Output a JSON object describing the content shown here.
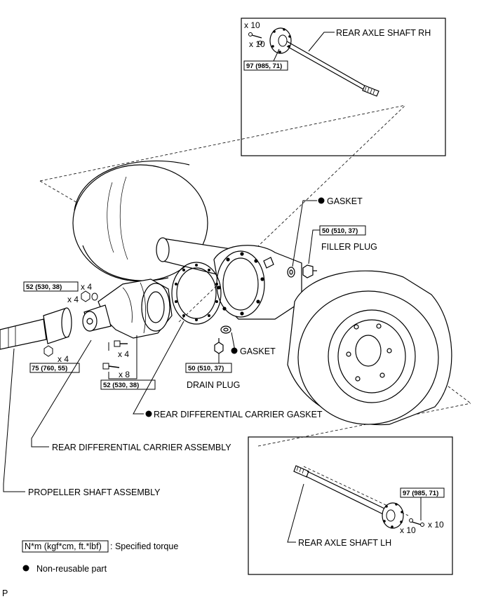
{
  "labels": {
    "rear_axle_shaft_rh": "REAR AXLE SHAFT RH",
    "rear_axle_shaft_lh": "REAR AXLE SHAFT LH",
    "gasket_top": "GASKET",
    "gasket_drain": "GASKET",
    "filler_plug": "FILLER PLUG",
    "drain_plug": "DRAIN PLUG",
    "carrier_gasket": "REAR DIFFERENTIAL CARRIER GASKET",
    "carrier_assembly": "REAR DIFFERENTIAL CARRIER ASSEMBLY",
    "propeller_shaft": "PROPELLER SHAFT ASSEMBLY"
  },
  "torques": {
    "rh_shaft": "97 (985, 71)",
    "lh_shaft": "97 (985, 71)",
    "filler_plug": "50 (510, 37)",
    "drain_plug": "50 (510, 37)",
    "carrier_nut": "52 (530, 38)",
    "carrier_bolt": "52 (530, 38)",
    "propeller_nut": "75 (760, 55)"
  },
  "quantities": {
    "rh_bolt": "x 10",
    "rh_washer": "x 10",
    "lh_bolt": "x 10",
    "lh_washer": "x 10",
    "carrier_nut": "x 4",
    "carrier_washer": "x 4",
    "carrier_stud_lower": "x 4",
    "carrier_bolt_lower": "x 8",
    "propeller_nut": "x 4"
  },
  "legend": {
    "torque_box": "N*m (kgf*cm, ft.*lbf)",
    "torque_text": ": Specified torque",
    "non_reusable": "Non-reusable part"
  },
  "corner_mark": "P"
}
